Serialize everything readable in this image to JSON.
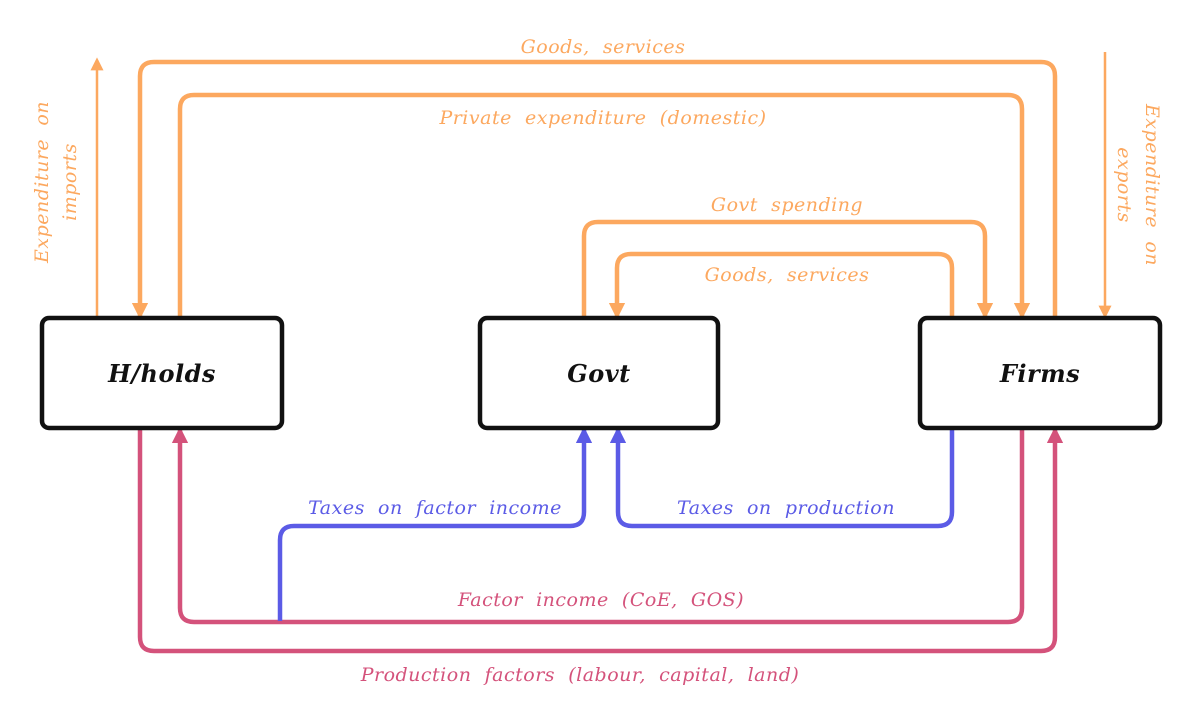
{
  "colors": {
    "expenditure": "#FCA85F",
    "taxes": "#5B5BE6",
    "income": "#D4527B",
    "node_border": "#111111",
    "background": "#FFFFFF"
  },
  "nodes": [
    {
      "id": "households",
      "label": "H/holds"
    },
    {
      "id": "govt",
      "label": "Govt"
    },
    {
      "id": "firms",
      "label": "Firms"
    }
  ],
  "flows": [
    {
      "id": "goods-services-top",
      "label": "Goods, services",
      "from": "firms",
      "to": "households",
      "group": "expenditure"
    },
    {
      "id": "private-expenditure",
      "label": "Private expenditure (domestic)",
      "from": "households",
      "to": "firms",
      "group": "expenditure"
    },
    {
      "id": "govt-spending",
      "label": "Govt spending",
      "from": "govt",
      "to": "firms",
      "group": "expenditure"
    },
    {
      "id": "goods-services-govt",
      "label": "Goods, services",
      "from": "firms",
      "to": "govt",
      "group": "expenditure"
    },
    {
      "id": "expenditure-imports",
      "label": "Expenditure on imports",
      "label_line1": "Expenditure on",
      "label_line2": "imports",
      "from": "households",
      "to": "abroad",
      "group": "expenditure"
    },
    {
      "id": "expenditure-exports",
      "label": "Expenditure on exports",
      "label_line1": "Expenditure on",
      "label_line2": "exports",
      "from": "abroad",
      "to": "firms",
      "group": "expenditure"
    },
    {
      "id": "taxes-factor-income",
      "label": "Taxes on factor income",
      "from": "factor-income-flow",
      "to": "govt",
      "group": "taxes"
    },
    {
      "id": "taxes-production",
      "label": "Taxes on production",
      "from": "firms",
      "to": "govt",
      "group": "taxes"
    },
    {
      "id": "factor-income",
      "label": "Factor income (CoE, GOS)",
      "from": "firms",
      "to": "households",
      "group": "income"
    },
    {
      "id": "production-factors",
      "label": "Production factors (labour, capital, land)",
      "from": "households",
      "to": "firms",
      "group": "income"
    }
  ]
}
